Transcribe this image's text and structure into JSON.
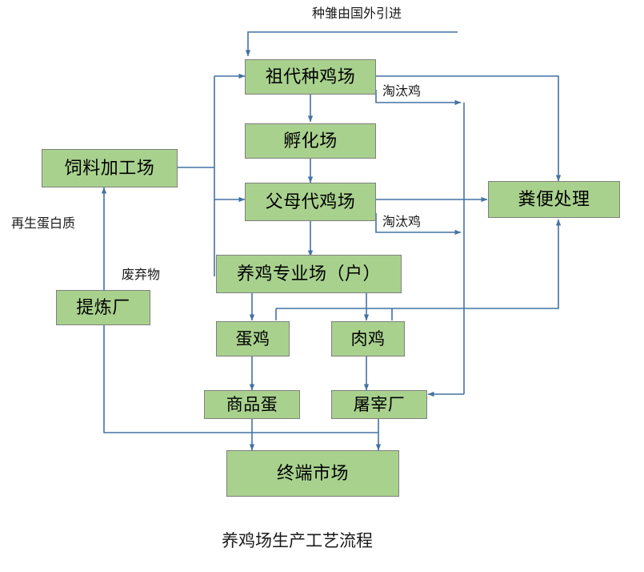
{
  "diagram": {
    "caption": "养鸡场生产工艺流程",
    "accent_line_color": "#4472a4",
    "node_fill_color": "#a9d18e",
    "node_border_color": "#7f7f7f",
    "nodes": [
      {
        "id": "grandparent",
        "label": "祖代种鸡场"
      },
      {
        "id": "hatchery",
        "label": "孵化场"
      },
      {
        "id": "parent",
        "label": "父母代鸡场"
      },
      {
        "id": "feedmill",
        "label": "饲料加工场"
      },
      {
        "id": "refinery",
        "label": "提炼厂"
      },
      {
        "id": "manure",
        "label": "粪便处理"
      },
      {
        "id": "farm",
        "label": "养鸡专业场（户）"
      },
      {
        "id": "layer",
        "label": "蛋鸡"
      },
      {
        "id": "broiler",
        "label": "肉鸡"
      },
      {
        "id": "eggs",
        "label": "商品蛋"
      },
      {
        "id": "slaughter",
        "label": "屠宰厂"
      },
      {
        "id": "market",
        "label": "终端市场"
      }
    ],
    "edge_labels": [
      {
        "id": "import-chicks",
        "text": "种雏由国外引进"
      },
      {
        "id": "cull-1",
        "text": "淘汰鸡"
      },
      {
        "id": "cull-2",
        "text": "淘汰鸡"
      },
      {
        "id": "recycled-protein",
        "text": "再生蛋白质"
      },
      {
        "id": "waste",
        "text": "废弃物"
      }
    ]
  }
}
